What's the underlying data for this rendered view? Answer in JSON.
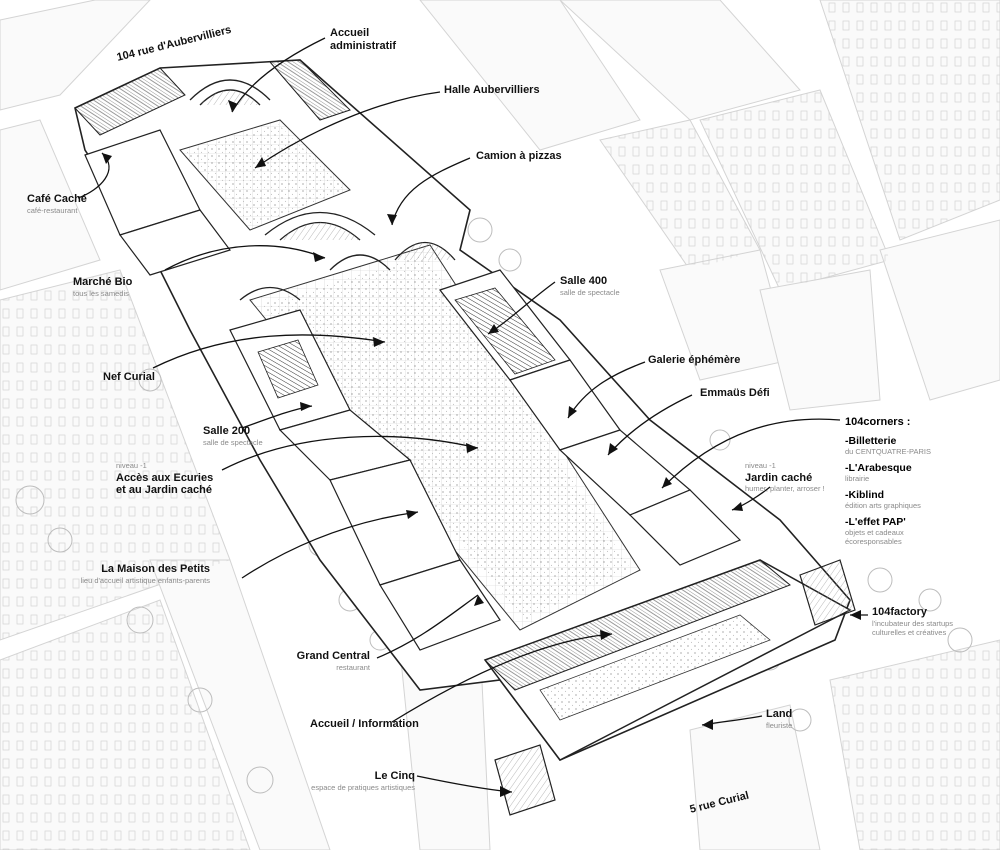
{
  "streets": {
    "top": "104 rue d'Aubervilliers",
    "bottom": "5 rue Curial"
  },
  "labels": {
    "accueil_admin": {
      "title_line1": "Accueil",
      "title_line2": "administratif"
    },
    "halle": {
      "title": "Halle Aubervilliers"
    },
    "camion": {
      "title": "Camion à pizzas"
    },
    "cafe": {
      "title": "Café Caché",
      "sub": "café-restaurant"
    },
    "marche": {
      "title": "Marché Bio",
      "sub": "tous les samedis"
    },
    "salle400": {
      "title": "Salle 400",
      "sub": "salle de spectacle"
    },
    "nef": {
      "title": "Nef Curial"
    },
    "galerie": {
      "title": "Galerie éphémère"
    },
    "emmaus": {
      "title": "Emmaüs Défi"
    },
    "salle200": {
      "title": "Salle 200",
      "sub": "salle de spectacle"
    },
    "ecuries": {
      "level": "niveau -1",
      "title_line1": "Accès aux Ecuries",
      "title_line2": "et au Jardin caché"
    },
    "jardin": {
      "level": "niveau -1",
      "title": "Jardin caché",
      "sub": "humer, planter, arroser !"
    },
    "maison": {
      "title": "La Maison des Petits",
      "sub": "lieu d'accueil artistique enfants-parents"
    },
    "grand_central": {
      "title": "Grand Central",
      "sub": "restaurant"
    },
    "factory": {
      "title": "104factory",
      "sub_line1": "l'incubateur des startups",
      "sub_line2": "culturelles et créatives"
    },
    "accueil_info": {
      "title": "Accueil / Information"
    },
    "land": {
      "title": "Land",
      "sub": "fleuriste"
    },
    "cinq": {
      "title": "Le Cinq",
      "sub": "espace de pratiques artistiques"
    }
  },
  "corners": {
    "head": "104corners :",
    "items": [
      {
        "title": "-Billetterie",
        "sub": "du CENTQUATRE-PARIS"
      },
      {
        "title": "-L'Arabesque",
        "sub": "librairie"
      },
      {
        "title": "-Kiblind",
        "sub": "édition arts graphiques"
      },
      {
        "title": "-L'effet PAP'",
        "sub_line1": "objets et cadeaux",
        "sub_line2": "écoresponsables"
      }
    ]
  }
}
